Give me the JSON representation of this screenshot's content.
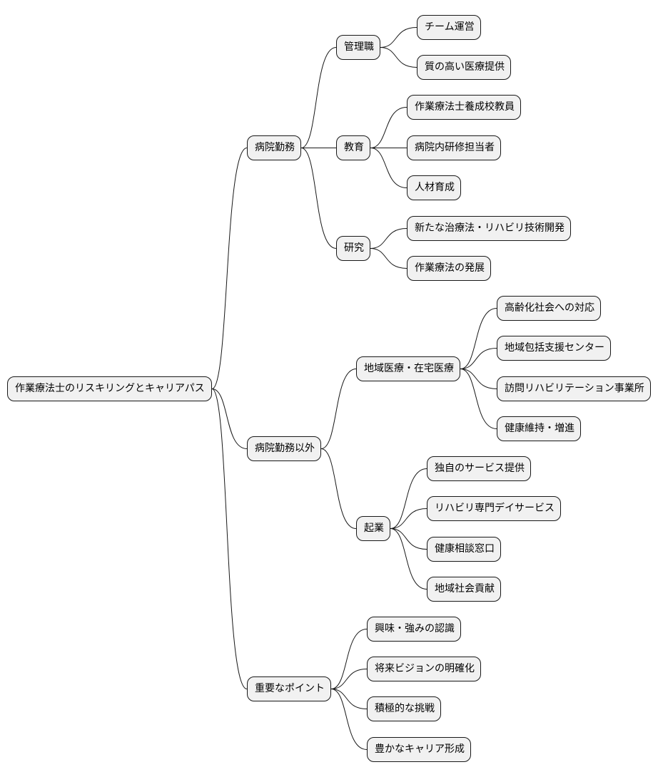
{
  "mindmap": {
    "root": "作業療法士のリスキリングとキャリアパス",
    "branches": {
      "hospital": {
        "label": "病院勤務",
        "management": {
          "label": "管理職",
          "items": [
            "チーム運営",
            "質の高い医療提供"
          ]
        },
        "education": {
          "label": "教育",
          "items": [
            "作業療法士養成校教員",
            "病院内研修担当者",
            "人材育成"
          ]
        },
        "research": {
          "label": "研究",
          "items": [
            "新たな治療法・リハビリ技術開発",
            "作業療法の発展"
          ]
        }
      },
      "outside": {
        "label": "病院勤務以外",
        "community": {
          "label": "地域医療・在宅医療",
          "items": [
            "高齢化社会への対応",
            "地域包括支援センター",
            "訪問リハビリテーション事業所",
            "健康維持・増進"
          ]
        },
        "startup": {
          "label": "起業",
          "items": [
            "独自のサービス提供",
            "リハビリ専門デイサービス",
            "健康相談窓口",
            "地域社会貢献"
          ]
        }
      },
      "points": {
        "label": "重要なポイント",
        "items": [
          "興味・強みの認識",
          "将来ビジョンの明確化",
          "積極的な挑戦",
          "豊かなキャリア形成"
        ]
      }
    }
  }
}
